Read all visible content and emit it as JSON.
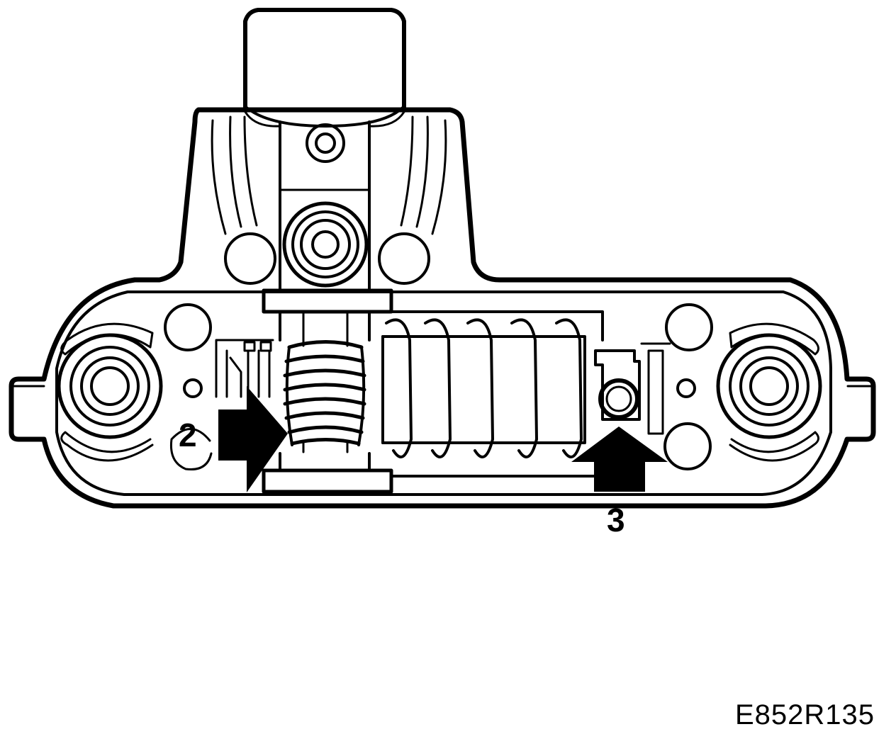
{
  "diagram": {
    "callouts": {
      "worm_gear": "2",
      "worm_shaft": "3"
    },
    "reference_code": "E852R135",
    "colors": {
      "ink": "#000000",
      "paper": "#ffffff"
    }
  }
}
